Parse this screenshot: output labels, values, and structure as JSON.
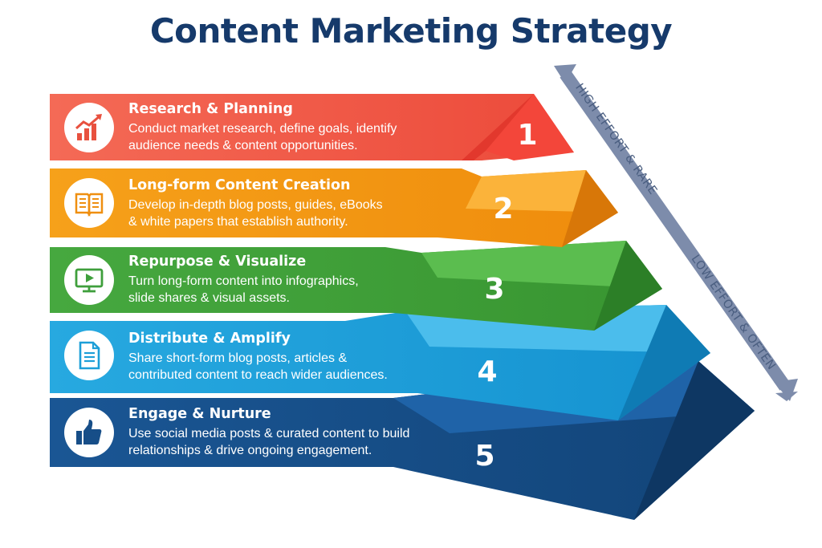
{
  "title": "Content Marketing Strategy",
  "levels": [
    {
      "number": "1",
      "title": "Research & Planning",
      "description": "Conduct market research, define goals, identify\naudience needs & content opportunities.",
      "icon": "growth-chart-icon",
      "color": "#f2664f"
    },
    {
      "number": "2",
      "title": "Long-form Content Creation",
      "description": "Develop in-depth blog posts, guides, eBooks\n& white papers that establish authority.",
      "icon": "open-book-icon",
      "color": "#f29a12"
    },
    {
      "number": "3",
      "title": "Repurpose & Visualize",
      "description": "Turn long-form content into infographics,\nslide shares & visual assets.",
      "icon": "monitor-play-icon",
      "color": "#3f9f3c"
    },
    {
      "number": "4",
      "title": "Distribute & Amplify",
      "description": "Share short-form blog posts, articles &\ncontributed content to reach wider audiences.",
      "icon": "document-icon",
      "color": "#1d9fd8"
    },
    {
      "number": "5",
      "title": "Engage & Nurture",
      "description": "Use social media posts & curated content to build\nrelationships & drive ongoing engagement.",
      "icon": "thumbs-up-icon",
      "color": "#174e88"
    }
  ],
  "axis": {
    "top_label": "HIGH EFFORT & RARE",
    "bottom_label": "LOW EFFORT & OFTEN"
  }
}
